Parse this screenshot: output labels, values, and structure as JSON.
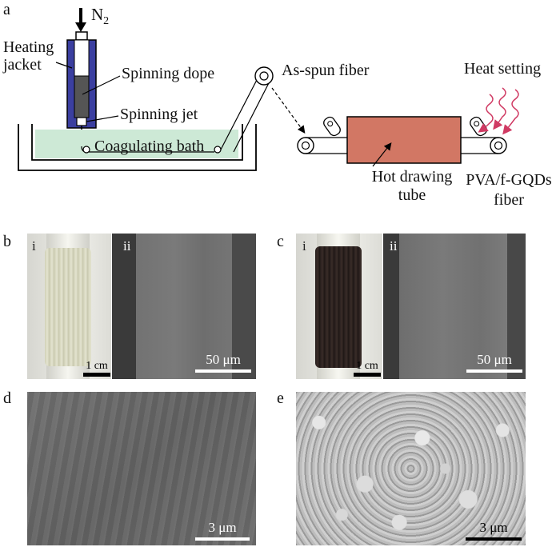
{
  "figure": {
    "panel_letters": {
      "a": "a",
      "b": "b",
      "c": "c",
      "d": "d",
      "e": "e"
    },
    "schematic": {
      "n2_label": "N",
      "n2_subscript": "2",
      "heating_jacket_line1": "Heating",
      "heating_jacket_line2": "jacket",
      "spinning_dope": "Spinning dope",
      "spinning_jet": "Spinning jet",
      "coagulating_bath": "Coagulating bath",
      "as_spun_fiber": "As-spun fiber",
      "heat_setting": "Heat setting",
      "hot_drawing_line1": "Hot drawing",
      "hot_drawing_line2": "tube",
      "product_line1": "PVA/f-GQDs",
      "product_line2": "fiber"
    },
    "panel_b": {
      "sub_i": "i",
      "sub_ii": "ii",
      "scale_photo": "1 cm",
      "scale_sem": "50 μm"
    },
    "panel_c": {
      "sub_i": "i",
      "sub_ii": "ii",
      "scale_photo": "1 cm",
      "scale_sem": "50 μm"
    },
    "panel_d": {
      "scale": "3 μm"
    },
    "panel_e": {
      "scale": "3 μm"
    },
    "colors": {
      "jacket": "#3b3fa0",
      "bath": "#cde9d6",
      "hot_tube": "#d27764",
      "heat_waves": "#d03a63",
      "sem_gray": "#6c6c6c",
      "white_spool": "#d8d8c4",
      "black_spool": "#2a2220"
    }
  }
}
